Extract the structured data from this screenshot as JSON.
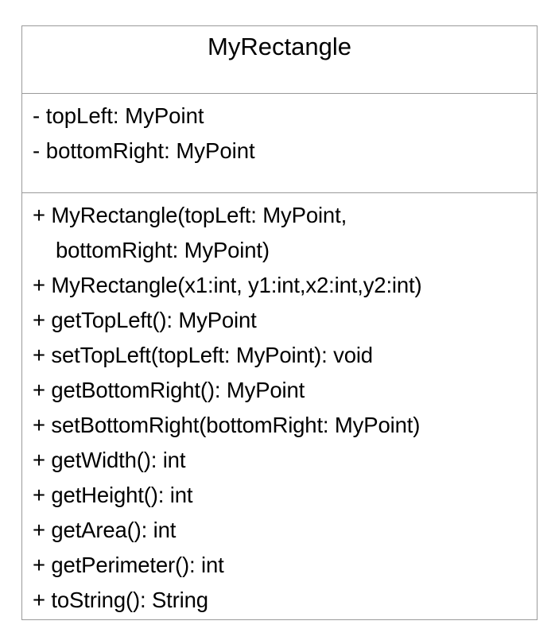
{
  "diagram": {
    "class_name": "MyRectangle",
    "attributes": [
      "- topLeft: MyPoint",
      "- bottomRight: MyPoint"
    ],
    "methods": [
      "+ MyRectangle(topLeft: MyPoint,",
      "bottomRight: MyPoint)",
      "+ MyRectangle(x1:int, y1:int,x2:int,y2:int)",
      "+ getTopLeft(): MyPoint",
      "+ setTopLeft(topLeft: MyPoint): void",
      "+ getBottomRight(): MyPoint",
      "+ setBottomRight(bottomRight: MyPoint)",
      "+ getWidth(): int",
      "+ getHeight(): int",
      "+ getArea(): int",
      "+ getPerimeter(): int",
      "+ toString(): String"
    ]
  }
}
